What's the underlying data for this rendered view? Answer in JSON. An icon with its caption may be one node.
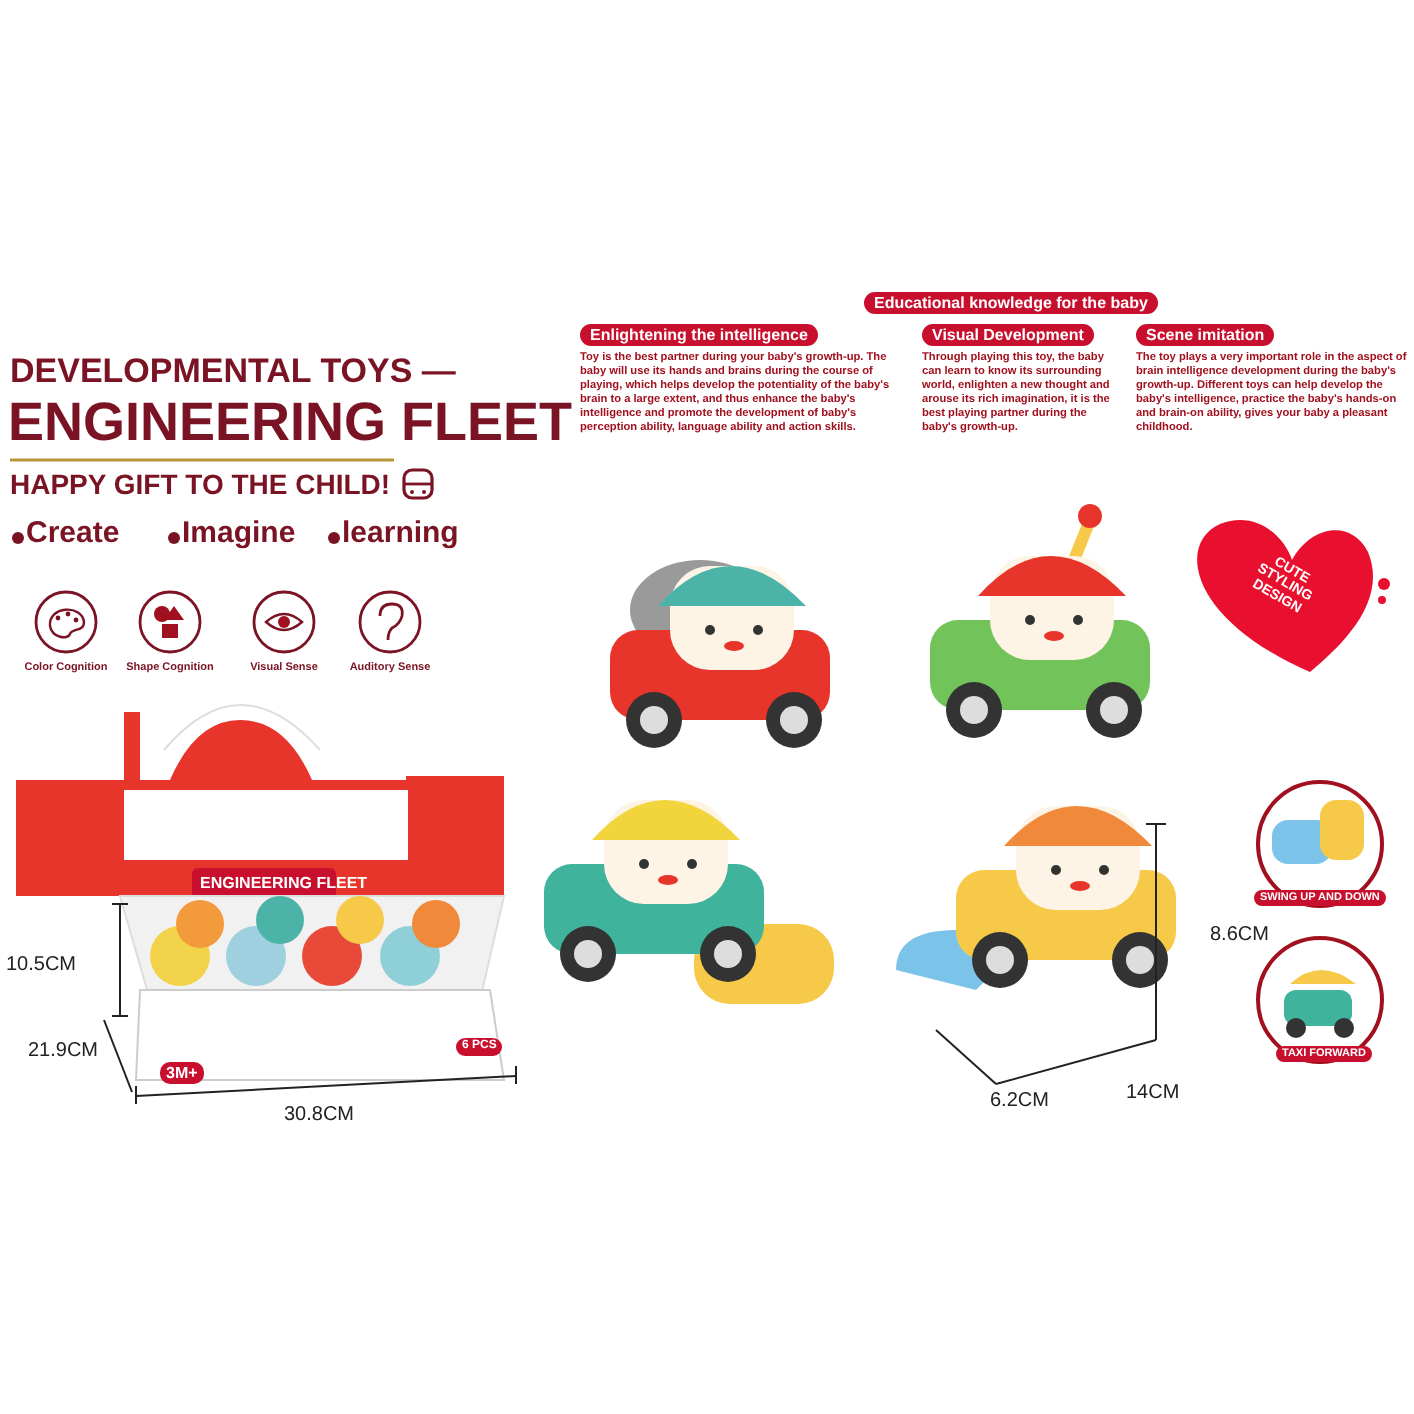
{
  "diagram": {
    "labels": [
      "Educational knowledge for the baby",
      "Enlightening the intelligence",
      "Visual Development",
      "Scene imitation",
      "Toy is the best partner during your baby's growth-up. The baby will use its hands and brains during the course of playing, which helps develop the potentiality of the baby's brain to a large extent, and thus enhance the baby's intelligence and promote the development of baby's perception ability, language ability and action skills.",
      "Through playing this toy, the baby can learn to know its surrounding world, enlighten a new thought and arouse its rich imagination, it is the best playing partner during the baby's growth-up.",
      "The toy plays a very important role in the aspect of brain intelligence development during the baby's growth-up. Different toys can help develop the baby's intelligence, practice the baby's hands-on and brain-on ability, gives your baby a pleasant childhood.",
      "DEVELOPMENTAL TOYS —",
      "ENGINEERING FLEET",
      "HAPPY GIFT TO THE CHILD!",
      "Create",
      "Imagine",
      "learning",
      "Color Cognition",
      "Shape Cognition",
      "Visual Sense",
      "Auditory Sense",
      "ENGINEERING FLEET",
      "3M+",
      "6 PCS",
      "10.5CM",
      "21.9CM",
      "30.8CM",
      "CUTE STYLING DESIGN",
      "SWING UP AND DOWN",
      "TAXI FORWARD",
      "8.6CM",
      "6.2CM",
      "14CM"
    ]
  }
}
